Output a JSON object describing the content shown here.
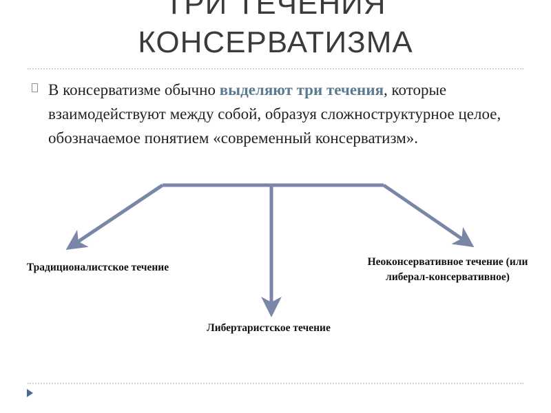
{
  "slide": {
    "title": {
      "line1": "ТРИ ТЕЧЕНИЯ",
      "line2": "КОНСЕРВАТИЗМА"
    },
    "paragraph": {
      "before": "В консерватизме обычно ",
      "highlight": "выделяют три течения",
      "after": ", которые взаимодействуют между собой, образуя сложноструктурное целое, обозначаемое понятием «современный консерватизм»."
    },
    "diagram": {
      "left_label": "Традиционалистское течение",
      "center_label": "Либертаристское течение",
      "right_label": "Неоконсервативное течение (или либерал-консервативное)"
    }
  },
  "colors": {
    "arrow": "#7a86a8",
    "highlight": "#5a7a8f",
    "divider": "#c9d3da",
    "nav_arrow": "#4a6a9a"
  },
  "icons": {
    "bullet": "square-outline-bullet-icon",
    "nav": "play-triangle-icon"
  }
}
